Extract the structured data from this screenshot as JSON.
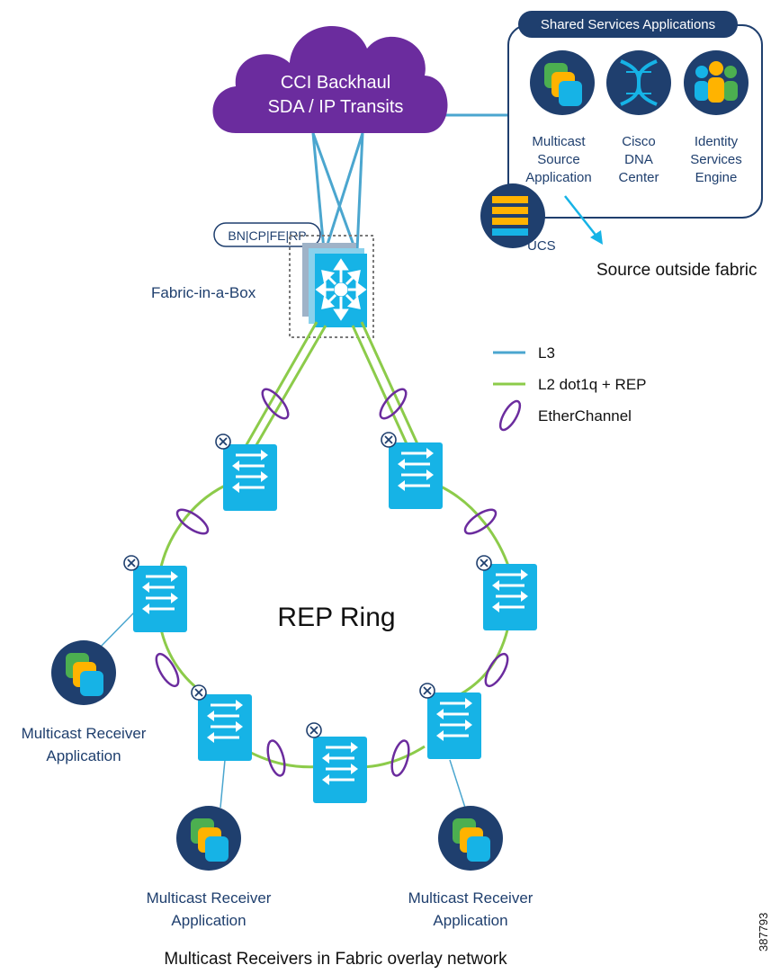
{
  "cloud": {
    "line1": "CCI Backhaul",
    "line2": "SDA / IP Transits",
    "color": "#6b2c9e"
  },
  "shared_services": {
    "title": "Shared Services Applications",
    "apps": [
      {
        "icon": "multicast-source-app-icon",
        "lines": [
          "Multicast",
          "Source",
          "Application"
        ]
      },
      {
        "icon": "cisco-dna-center-icon",
        "lines": [
          "Cisco",
          "DNA",
          "Center"
        ]
      },
      {
        "icon": "identity-services-engine-icon",
        "lines": [
          "Identity",
          "Services",
          "Engine"
        ]
      }
    ],
    "ucs_label": "UCS",
    "source_note": "Source outside fabric"
  },
  "fabric": {
    "roles": "BN|CP|FE|RP",
    "label": "Fabric-in-a-Box"
  },
  "legend": {
    "items": [
      {
        "label": "L3",
        "color": "#4ba6cf"
      },
      {
        "label": "L2 dot1q + REP",
        "color": "#8ccb4a"
      },
      {
        "label": "EtherChannel",
        "color": "#6b2c9e"
      }
    ]
  },
  "ring": {
    "label": "REP Ring",
    "blocked_port_symbol": "X"
  },
  "receivers": {
    "left_lines": [
      "Multicast Receiver",
      "Application"
    ],
    "bottom_left_lines": [
      "Multicast Receiver",
      "Application"
    ],
    "bottom_right_lines": [
      "Multicast Receiver",
      "Application"
    ]
  },
  "footer": "Multicast Receivers in Fabric overlay network",
  "figure_id": "387793",
  "colors": {
    "switch": "#16b3e6",
    "navy": "#1f3f6e",
    "l3": "#4ba6cf",
    "l2": "#8ccb4a",
    "etherchannel": "#6b2c9e"
  }
}
